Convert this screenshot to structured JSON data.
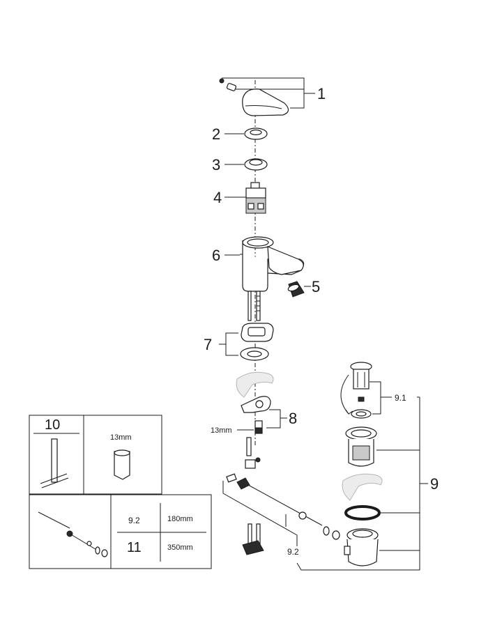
{
  "callouts": {
    "c1": "1",
    "c2": "2",
    "c3": "3",
    "c4": "4",
    "c5": "5",
    "c6": "6",
    "c7": "7",
    "c8": "8",
    "c9": "9",
    "c9_1": "9.1",
    "c9_2": "9.2"
  },
  "labels": {
    "wrench_size": "13mm"
  },
  "inset_tool": {
    "number": "10",
    "size": "13mm"
  },
  "inset_table": {
    "rows": [
      {
        "part": "9.2",
        "length": "180mm"
      },
      {
        "part": "11",
        "length": "350mm"
      }
    ]
  }
}
